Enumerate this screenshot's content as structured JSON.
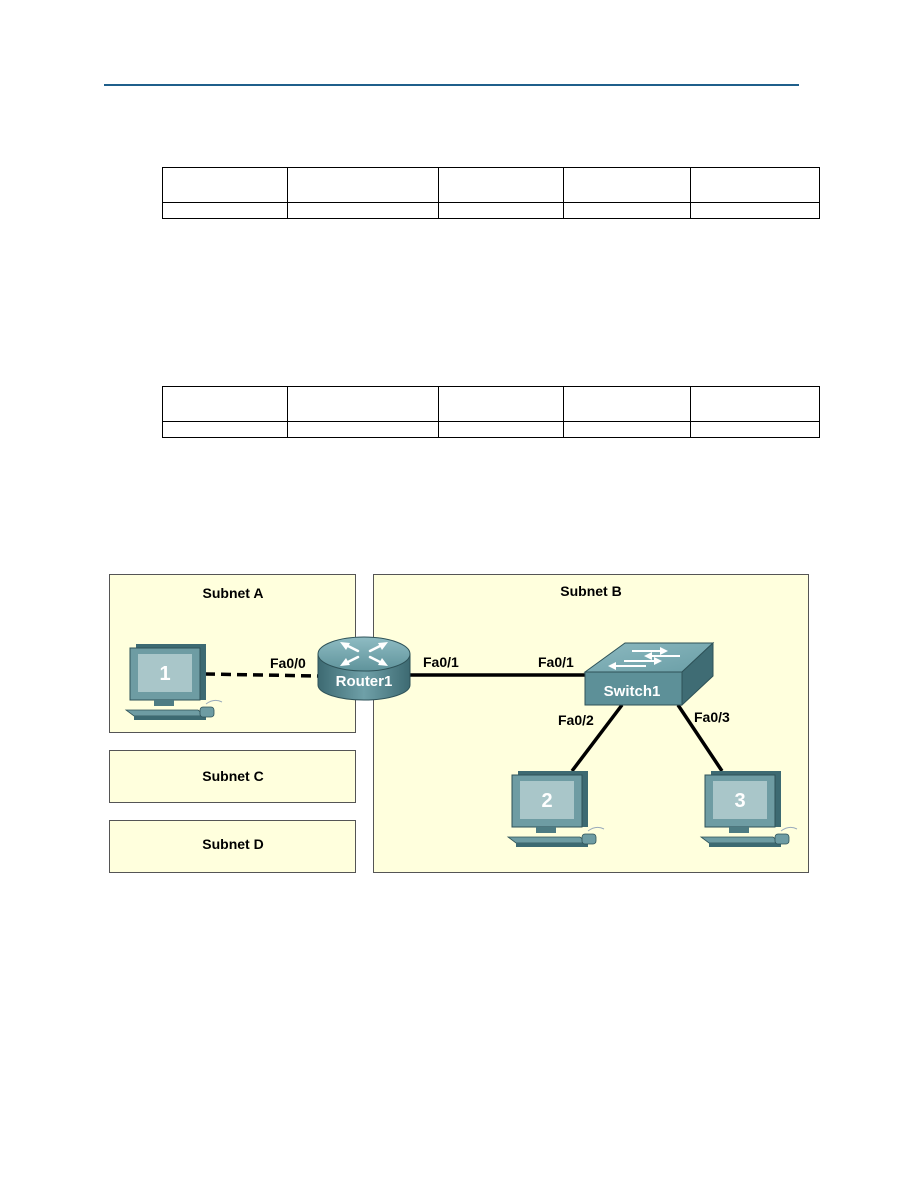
{
  "tables": [
    {
      "rows": [
        [
          "",
          "",
          "",
          "",
          ""
        ],
        [
          "",
          "",
          "",
          "",
          ""
        ]
      ]
    },
    {
      "rows": [
        [
          "",
          "",
          "",
          "",
          ""
        ],
        [
          "",
          "",
          "",
          "",
          ""
        ]
      ]
    }
  ],
  "topology": {
    "subnets": {
      "a": "Subnet A",
      "b": "Subnet B",
      "c": "Subnet C",
      "d": "Subnet D"
    },
    "router": {
      "name": "Router1",
      "port_left": "Fa0/0",
      "port_right": "Fa0/1"
    },
    "switch": {
      "name": "Switch1",
      "port_uplink": "Fa0/1",
      "port_2": "Fa0/2",
      "port_3": "Fa0/3"
    },
    "hosts": [
      {
        "label": "1",
        "icon": "computer-icon"
      },
      {
        "label": "2",
        "icon": "computer-icon"
      },
      {
        "label": "3",
        "icon": "computer-icon"
      }
    ],
    "colors": {
      "subnet_fill": "#ffffdd",
      "device_teal": "#5a8c94",
      "device_dark": "#3d6a72",
      "screen": "#a9c6c9",
      "link": "#000000"
    }
  }
}
